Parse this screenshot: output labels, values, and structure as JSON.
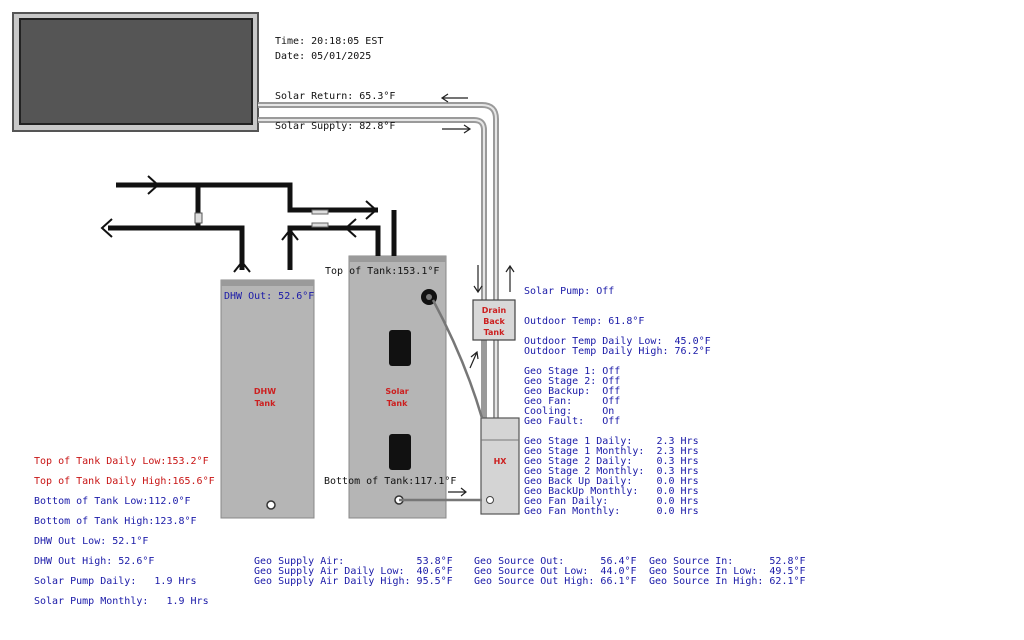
{
  "header": {
    "time": "Time: 20:18:05 EST",
    "date": "Date: 05/01/2025"
  },
  "solar_loop": {
    "return": "Solar Return: 65.3°F",
    "supply": "Solar Supply: 82.8°F"
  },
  "tanks": {
    "top_of_tank": "Top of Tank:153.1°F",
    "bottom_of_tank": "Bottom of Tank:117.1°F",
    "dhw_out": "DHW Out: 52.6°F",
    "dhw_label_1": "DHW",
    "dhw_label_2": "Tank",
    "solar_label_1": "Solar",
    "solar_label_2": "Tank",
    "drain_label_1": "Drain",
    "drain_label_2": "Back",
    "drain_label_3": "Tank",
    "hx_label": "HX"
  },
  "status": {
    "solar_pump": "Solar Pump: Off",
    "outdoor_temp": "Outdoor Temp: 61.8°F",
    "outdoor_low": "Outdoor Temp Daily Low:  45.0°F",
    "outdoor_high": "Outdoor Temp Daily High: 76.2°F",
    "geo_status": [
      "Geo Stage 1: Off",
      "Geo Stage 2: Off",
      "Geo Backup:  Off",
      "Geo Fan:     Off",
      "Cooling:     On",
      "Geo Fault:   Off"
    ],
    "geo_hours": [
      "Geo Stage 1 Daily:    2.3 Hrs",
      "Geo Stage 1 Monthly:  2.3 Hrs",
      "Geo Stage 2 Daily:    0.3 Hrs",
      "Geo Stage 2 Monthly:  0.3 Hrs",
      "Geo Back Up Daily:    0.0 Hrs",
      "Geo BackUp Monthly:   0.0 Hrs",
      "Geo Fan Daily:        0.0 Hrs",
      "Geo Fan Monthly:      0.0 Hrs"
    ]
  },
  "left_stats": {
    "top_tank_low": "Top of Tank Daily Low:153.2°F",
    "top_tank_high": "Top of Tank Daily High:165.6°F",
    "bottom_tank_low": "Bottom of Tank Low:112.0°F",
    "bottom_tank_high": "Bottom of Tank High:123.8°F",
    "dhw_low": "DHW Out Low: 52.1°F",
    "dhw_high": "DHW Out High: 52.6°F",
    "pump_daily": "Solar Pump Daily:   1.9 Hrs",
    "pump_monthly": "Solar Pump Monthly:   1.9 Hrs"
  },
  "geo_supply": [
    "Geo Supply Air:            53.8°F",
    "Geo Supply Air Daily Low:  40.6°F",
    "Geo Supply Air Daily High: 95.5°F"
  ],
  "geo_source_out": [
    "Geo Source Out:      56.4°F",
    "Geo Source Out Low:  44.0°F",
    "Geo Source Out High: 66.1°F"
  ],
  "geo_source_in": [
    "Geo Source In:      52.8°F",
    "Geo Source In Low:  49.5°F",
    "Geo Source In High: 62.1°F"
  ]
}
